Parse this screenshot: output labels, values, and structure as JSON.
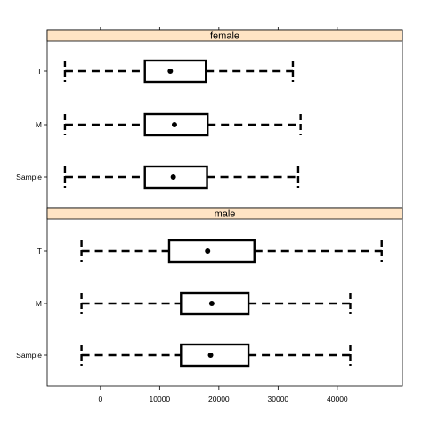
{
  "chart_data": {
    "type": "boxplot",
    "orientation": "horizontal",
    "layout": "lattice-panels-stacked",
    "strip_color": "#ffe4c4",
    "categories": [
      "T",
      "M",
      "Sample"
    ],
    "x_ticks": [
      0,
      10000,
      20000,
      30000,
      40000
    ],
    "x_tick_labels": [
      "0",
      "10000",
      "20000",
      "30000",
      "40000"
    ],
    "xlim": [
      -9000,
      51000
    ],
    "panels": [
      {
        "label": "female",
        "boxes": [
          {
            "category": "T",
            "whisker_low": -6000,
            "q1": 7500,
            "median": 11800,
            "q3": 17800,
            "whisker_high": 32500
          },
          {
            "category": "M",
            "whisker_low": -6000,
            "q1": 7500,
            "median": 12500,
            "q3": 18100,
            "whisker_high": 33800
          },
          {
            "category": "Sample",
            "whisker_low": -6000,
            "q1": 7500,
            "median": 12300,
            "q3": 18000,
            "whisker_high": 33400
          }
        ]
      },
      {
        "label": "male",
        "boxes": [
          {
            "category": "T",
            "whisker_low": -3200,
            "q1": 11600,
            "median": 18100,
            "q3": 26000,
            "whisker_high": 47500
          },
          {
            "category": "M",
            "whisker_low": -3200,
            "q1": 13600,
            "median": 18800,
            "q3": 25000,
            "whisker_high": 42200
          },
          {
            "category": "Sample",
            "whisker_low": -3200,
            "q1": 13600,
            "median": 18600,
            "q3": 25000,
            "whisker_high": 42200
          }
        ]
      }
    ]
  }
}
